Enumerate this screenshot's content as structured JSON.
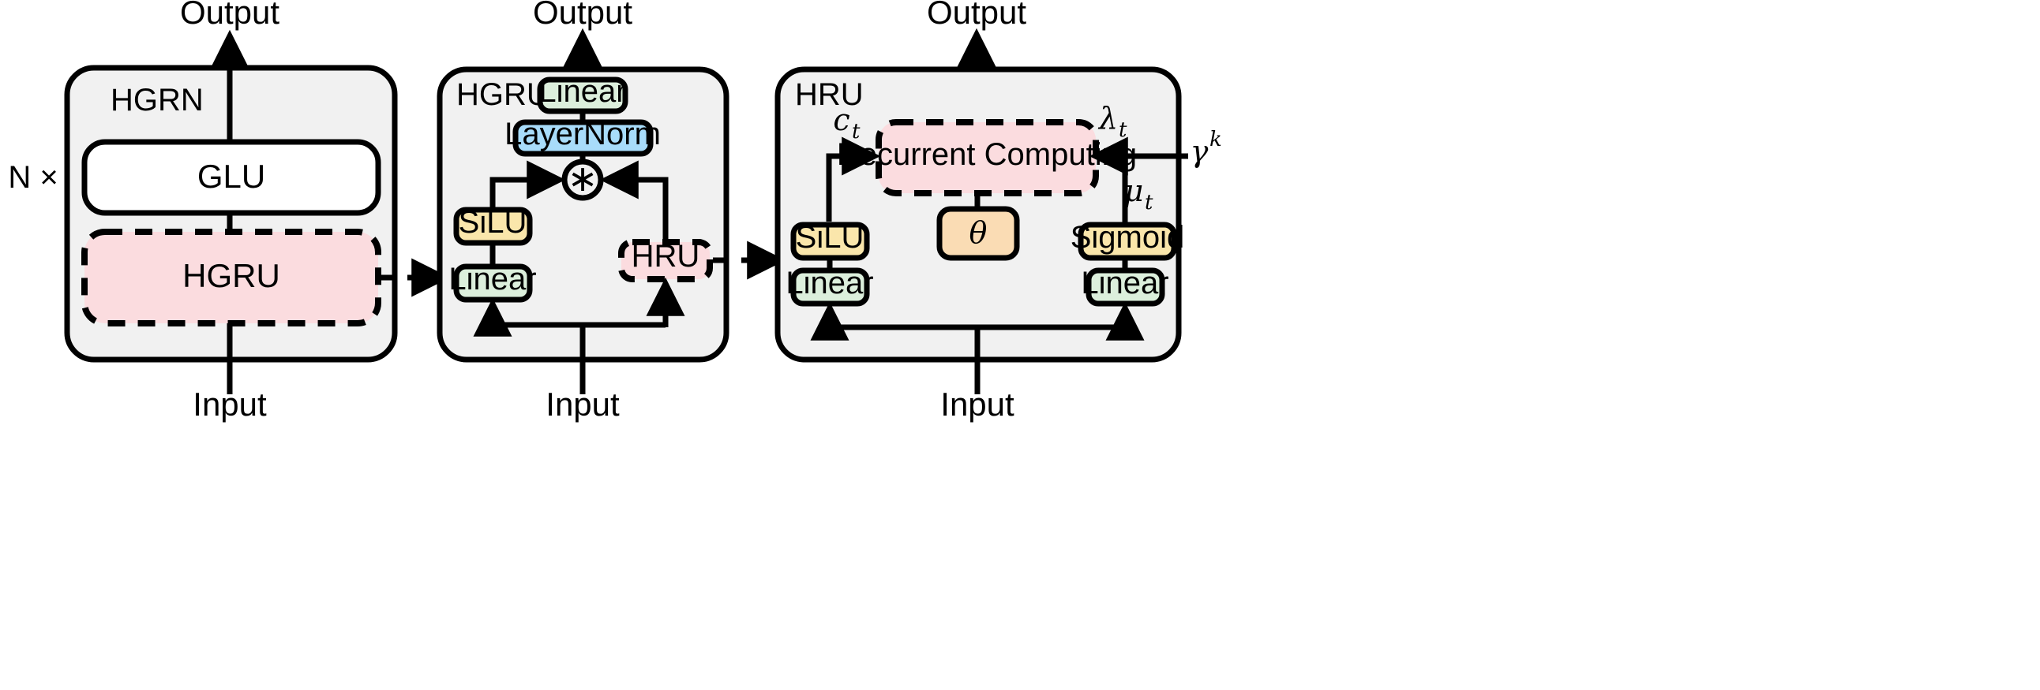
{
  "figure": {
    "title": "HGRN / HGRU / HRU architecture diagram",
    "background": "#ffffff",
    "panel_bg": "#f1f1f1",
    "colors": {
      "green": "#dcefdc",
      "blue": "#a8dcfa",
      "yellow": "#fae6ab",
      "orange": "#fadcb4",
      "pink": "#fbdcdf",
      "white": "#ffffff",
      "stroke": "#000000"
    }
  },
  "panels": {
    "hgrn": {
      "title": "HGRN",
      "repeat_label": "N ×",
      "output_label": "Output",
      "input_label": "Input",
      "blocks": {
        "glu": "GLU",
        "hgru": "HGRU"
      }
    },
    "hgru": {
      "title": "HGRU",
      "output_label": "Output",
      "input_label": "Input",
      "blocks": {
        "linear_top": "Linear",
        "layernorm": "LayerNorm",
        "mul_node": "∗",
        "silu": "SiLU",
        "linear_left": "Linear",
        "hru": "HRU"
      }
    },
    "hru": {
      "title": "HRU",
      "output_label": "Output",
      "input_label": "Input",
      "blocks": {
        "recurrent_computing": "Recurrent Computing",
        "theta": "θ",
        "silu": "SiLU",
        "linear_left": "Linear",
        "sigmoid": "Sigmoid",
        "linear_right": "Linear"
      },
      "signals": {
        "c_t": {
          "base": "c",
          "sub": "t"
        },
        "lambda_t": {
          "base": "λ",
          "sub": "t"
        },
        "mu_t": {
          "base": "μ",
          "sub": "t"
        },
        "gamma_k": {
          "base": "γ",
          "sup": "k"
        }
      }
    }
  }
}
